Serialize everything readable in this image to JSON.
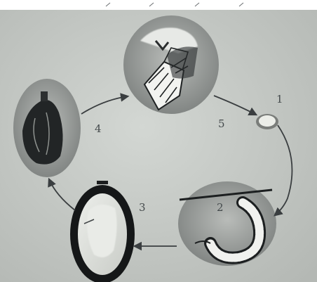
{
  "diagram": {
    "stages": [
      {
        "number": "1",
        "name": "egg"
      },
      {
        "number": "2",
        "name": "larva"
      },
      {
        "number": "3",
        "name": "pupa"
      },
      {
        "number": "4",
        "name": "chrysalis"
      },
      {
        "number": "5",
        "name": "adult butterfly"
      }
    ]
  },
  "colors": {
    "paper": "#c9cdc9",
    "ink": "#2a2d2e",
    "arrow": "#3a3e40"
  }
}
